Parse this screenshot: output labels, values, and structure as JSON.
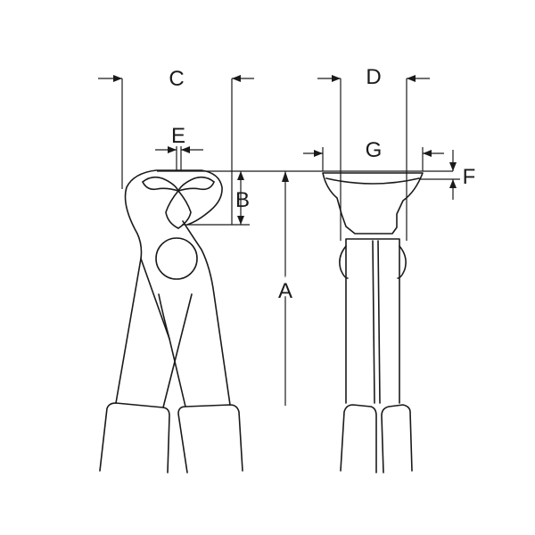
{
  "diagram": {
    "labels": {
      "a": "A",
      "b": "B",
      "c": "C",
      "d": "D",
      "e": "E",
      "f": "F",
      "g": "G"
    },
    "line_color": "#1a1a1a",
    "background": "#ffffff"
  }
}
